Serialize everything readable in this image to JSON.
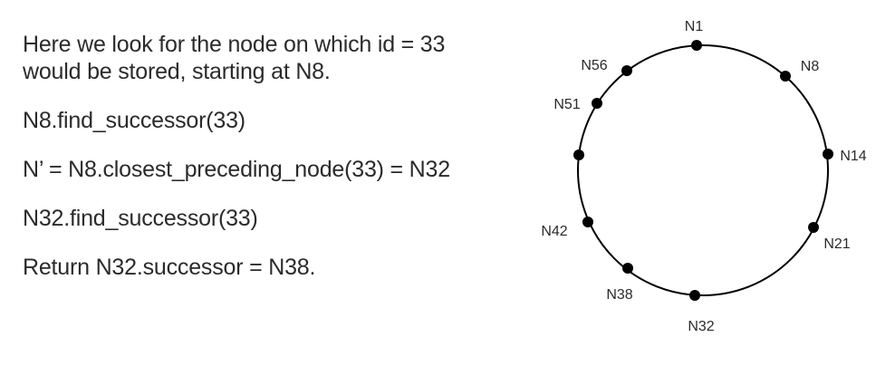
{
  "explanation": {
    "lines": [
      "Here we look for the node on which id = 33",
      "would be stored, starting at N8.",
      "N8.find_successor(33)",
      "N’ = N8.closest_preceding_node(33) = N32",
      "N32.find_successor(33)",
      "Return N32.successor = N38."
    ]
  },
  "ring": {
    "nodes": [
      {
        "label": "N1"
      },
      {
        "label": "N8"
      },
      {
        "label": "N14"
      },
      {
        "label": "N21"
      },
      {
        "label": "N32"
      },
      {
        "label": "N38"
      },
      {
        "label": "N42"
      },
      {
        "label": ""
      },
      {
        "label": "N51"
      },
      {
        "label": "N56"
      }
    ]
  }
}
